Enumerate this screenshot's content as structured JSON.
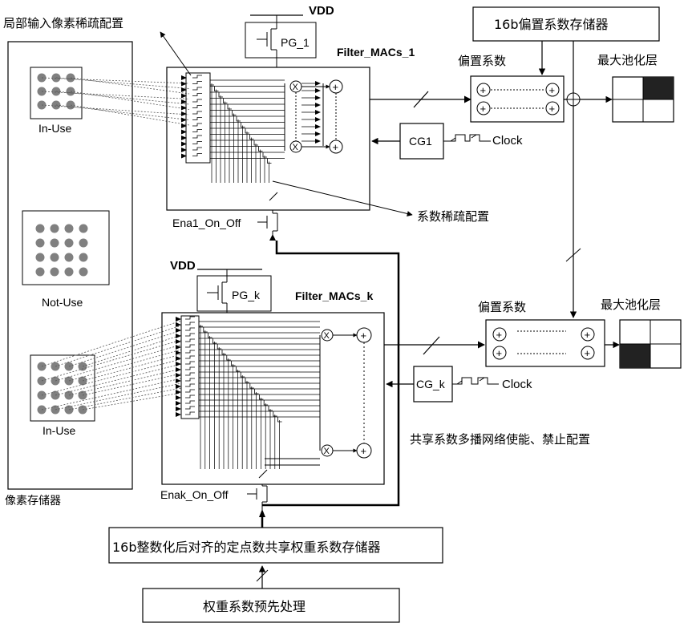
{
  "labels": {
    "vdd_top": "VDD",
    "pg_1": "PG_1",
    "filter_1": "Filter_MACs_1",
    "bias_mem": "16b偏置系数存储器",
    "bias_coef_1": "偏置系数",
    "maxpool_1": "最大池化层",
    "local_sparse": "局部输入像素稀疏配置",
    "in_use_top": "In-Use",
    "cg1": "CG1",
    "clock_1": "Clock",
    "coef_sparse": "系数稀疏配置",
    "ena1": "Ena1_On_Off",
    "not_use": "Not-Use",
    "vdd_k": "VDD",
    "pg_k": "PG_k",
    "filter_k": "Filter_MACs_k",
    "bias_coef_k": "偏置系数",
    "maxpool_k": "最大池化层",
    "in_use_bottom": "In-Use",
    "cg_k": "CG_k",
    "clock_k": "Clock",
    "shared_multicast": "共享系数多播网络使能、禁止配置",
    "enak": "Enak_On_Off",
    "pixel_mem": "像素存储器",
    "weight_mem": "16b整数化后对齐的定点数共享权重系数存储器",
    "weight_pre": "权重系数预先处理"
  },
  "symbols": {
    "plus": "+",
    "times": "X"
  },
  "colors": {
    "line": "#000000",
    "pixel_dot": "#808080",
    "pool_fill": "#222222"
  }
}
